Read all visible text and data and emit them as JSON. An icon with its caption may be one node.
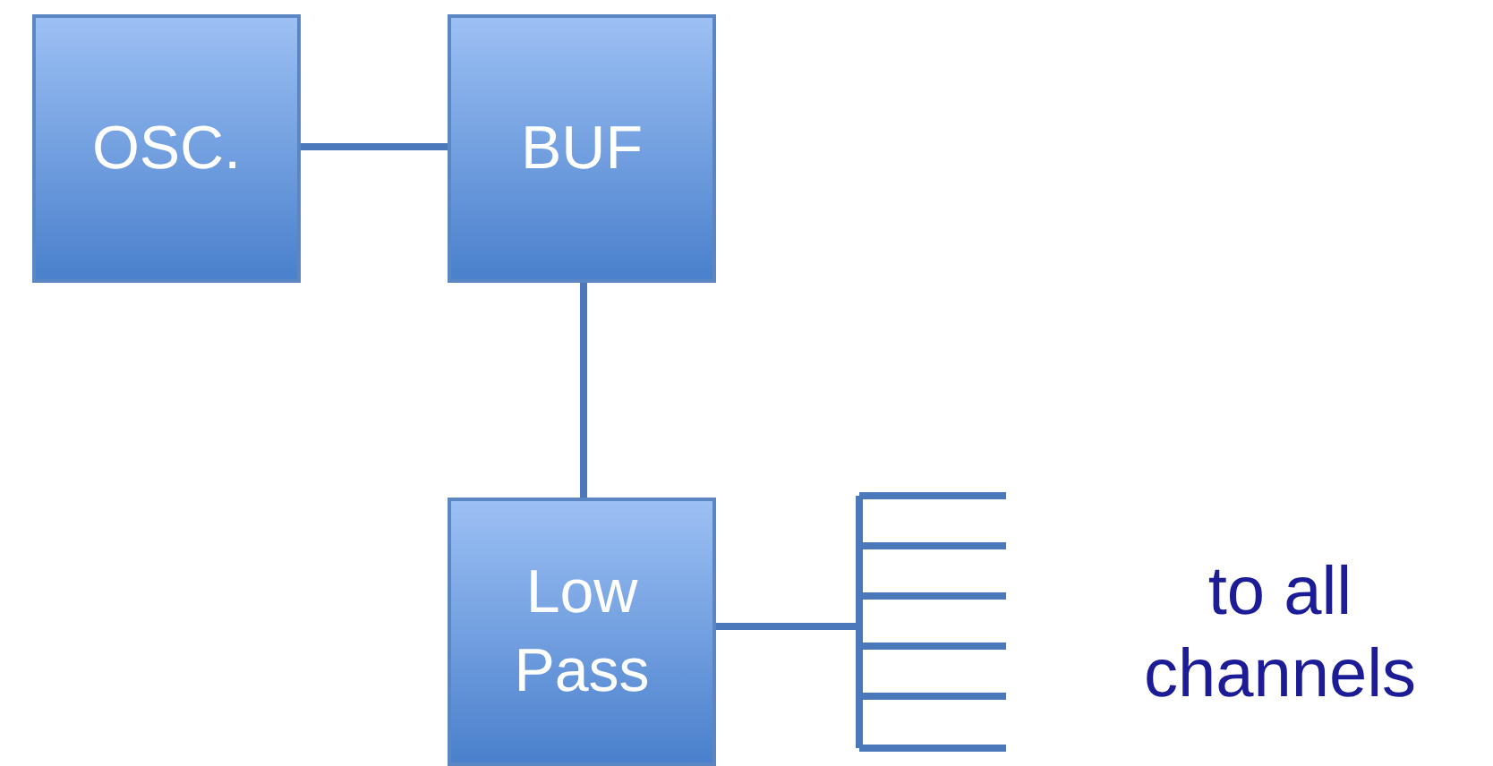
{
  "diagram": {
    "nodes": [
      {
        "text": [
          "OSC."
        ]
      },
      {
        "text": [
          "BUF"
        ]
      },
      {
        "text": [
          "Low Pass"
        ]
      },
      {
        "text": [],
        "shape": "bus"
      }
    ],
    "edges": [
      {
        "from": 0,
        "to": 1,
        "arrow": "none"
      },
      {
        "from": 1,
        "to": 2,
        "arrow": "none"
      },
      {
        "from": 2,
        "to": 3,
        "arrow": "none"
      }
    ],
    "labels": [
      "to all channels"
    ]
  }
}
